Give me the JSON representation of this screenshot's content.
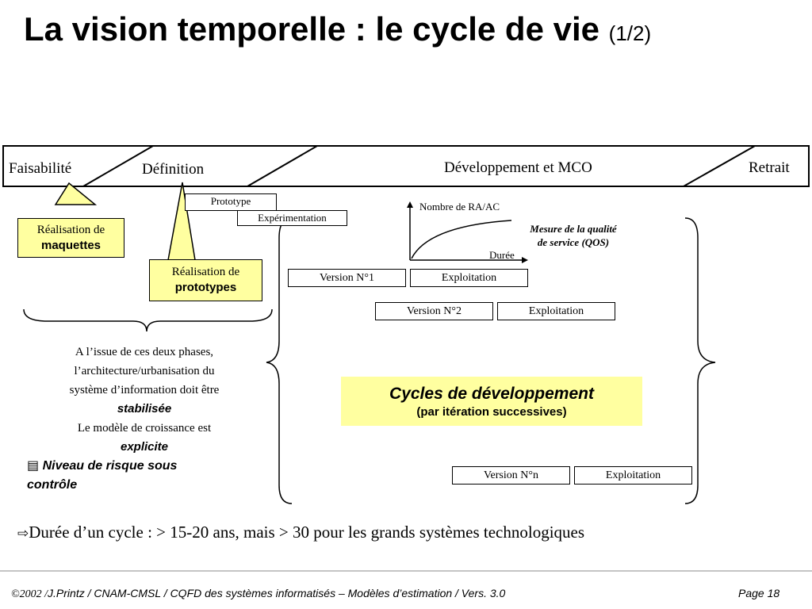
{
  "title": {
    "main": "La vision temporelle : le cycle de vie",
    "sub": "(1/2)"
  },
  "phases": {
    "faisabilite": "Faisabilité",
    "definition": "Définition",
    "developpement": "Développement et MCO",
    "retrait": "Retrait"
  },
  "callouts": {
    "maquettes_line1": "Réalisation de",
    "maquettes_line2": "maquettes",
    "prototypes_line1": "Réalisation de",
    "prototypes_line2": "prototypes"
  },
  "boxes": {
    "prototype": "Prototype",
    "experimentation": "Expérimentation",
    "version1": "Version N°1",
    "exploitation1": "Exploitation",
    "version2": "Version N°2",
    "exploitation2": "Exploitation",
    "versionn": "Version N°n",
    "exploitationn": "Exploitation"
  },
  "graph": {
    "ylabel": "Nombre de RA/AC",
    "xlabel": "Durée",
    "caption_line1": "Mesure de la qualité",
    "caption_line2": "de service (QOS)"
  },
  "cycles": {
    "title": "Cycles de développement",
    "subtitle": "(par itération successives)"
  },
  "left_text": {
    "l1": "A l’issue de ces deux phases,",
    "l2": "l’architecture/urbanisation du",
    "l3": "système d’information doit être",
    "l4": "stabilisée",
    "l5": "Le modèle de croissance est",
    "l6": "explicite",
    "l7": "Niveau de risque sous",
    "l8": "contrôle"
  },
  "duration_note": "Durée d’un cycle : > 15-20 ans, mais > 30 pour les grands systèmes technologiques",
  "footer": {
    "left_prefix": "©2002 /",
    "left": "J.Printz / CNAM-CMSL / CQFD des systèmes informatisés – Modèles d’estimation / Vers. 3.0",
    "page": "Page 18"
  },
  "colors": {
    "callout_fill": "#ffffa0",
    "line": "#000000"
  },
  "icons": {
    "arrow": "hollow-arrow-icon",
    "checklist": "checklist-icon"
  }
}
